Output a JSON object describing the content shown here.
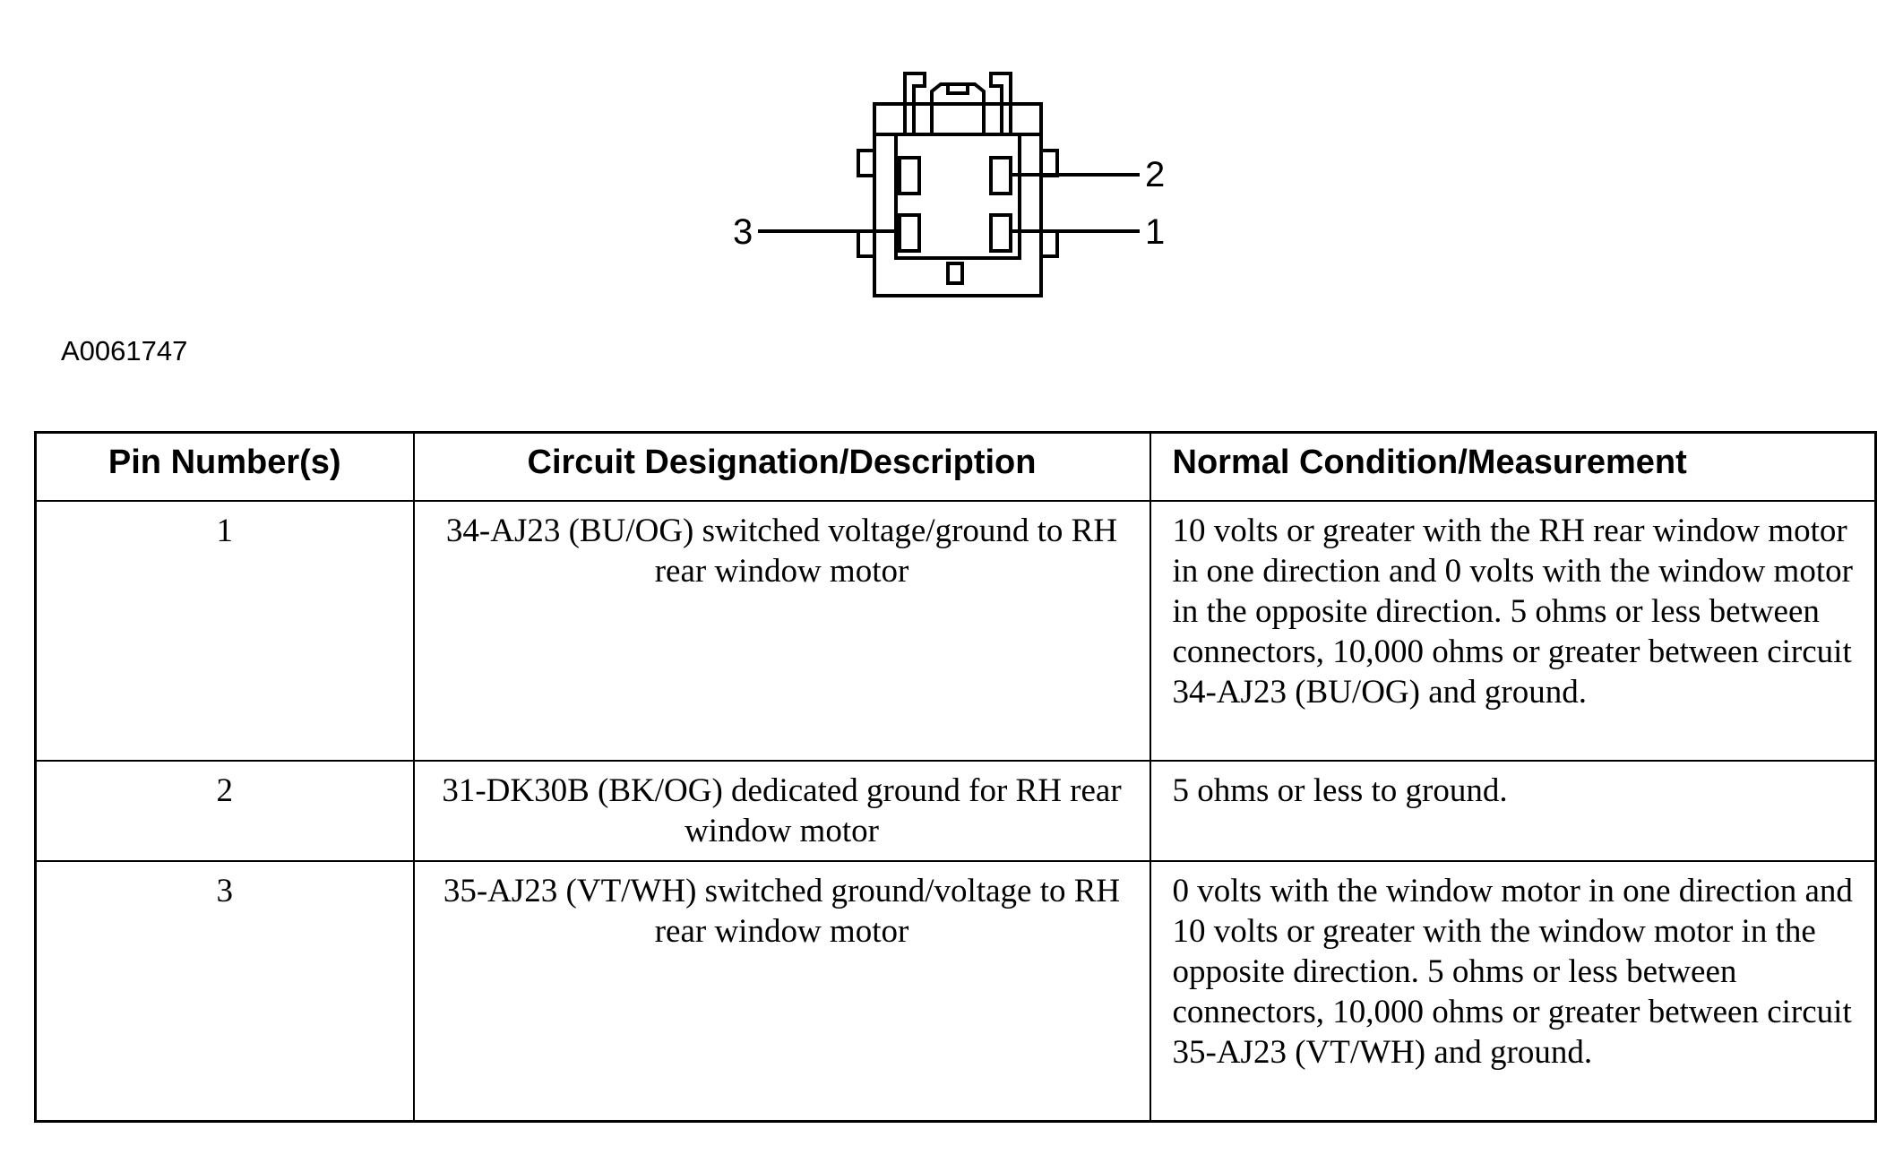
{
  "diagram": {
    "figure_id": "A0061747",
    "pin_labels": {
      "pin1": "1",
      "pin2": "2",
      "pin3": "3"
    }
  },
  "table": {
    "headers": {
      "pin": "Pin Number(s)",
      "circuit": "Circuit Designation/Description",
      "condition": "Normal Condition/Measurement"
    },
    "rows": [
      {
        "pin": "1",
        "circuit": "34-AJ23 (BU/OG) switched voltage/ground to RH rear window motor",
        "condition": "10 volts or greater with the RH rear window motor in one direction and 0 volts with the window motor in the opposite direction. 5 ohms or less between connectors, 10,000 ohms or greater between circuit 34-AJ23 (BU/OG) and ground."
      },
      {
        "pin": "2",
        "circuit": "31-DK30B (BK/OG) dedicated ground for RH rear window motor",
        "condition": "5 ohms or less to ground."
      },
      {
        "pin": "3",
        "circuit": "35-AJ23 (VT/WH) switched ground/voltage to RH rear window motor",
        "condition": "0 volts with the window motor in one direction and 10 volts or greater with the window motor in the opposite direction. 5 ohms or less between connectors, 10,000 ohms or greater between circuit 35-AJ23 (VT/WH) and ground."
      }
    ]
  }
}
